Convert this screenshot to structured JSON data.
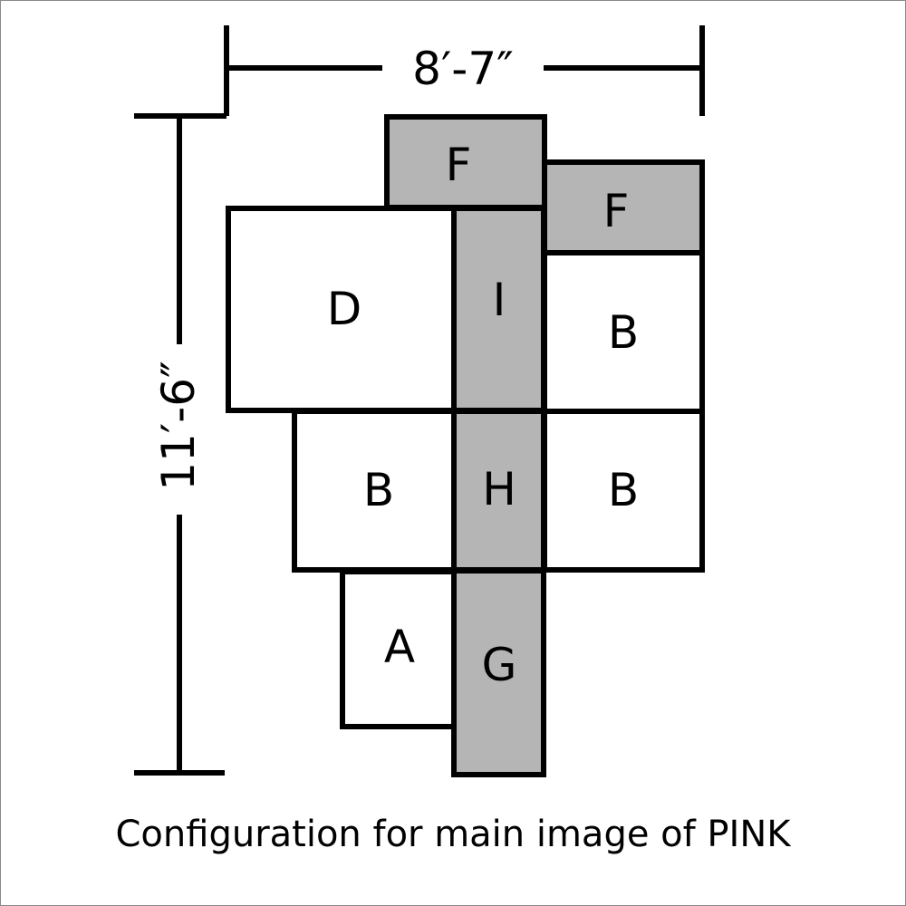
{
  "dimensions": {
    "width_label": "8′-7″",
    "height_label": "11′-6″"
  },
  "tiles": [
    {
      "id": "F",
      "label": "F",
      "shade": "gray"
    },
    {
      "id": "F2",
      "label": "F",
      "shade": "gray"
    },
    {
      "id": "D",
      "label": "D",
      "shade": "white"
    },
    {
      "id": "I",
      "label": "I",
      "shade": "gray"
    },
    {
      "id": "B1",
      "label": "B",
      "shade": "white"
    },
    {
      "id": "B2",
      "label": "B",
      "shade": "white"
    },
    {
      "id": "H",
      "label": "H",
      "shade": "gray"
    },
    {
      "id": "B3",
      "label": "B",
      "shade": "white"
    },
    {
      "id": "A",
      "label": "A",
      "shade": "white"
    },
    {
      "id": "G",
      "label": "G",
      "shade": "gray"
    }
  ],
  "caption": "Configuration for main image of PINK",
  "colors": {
    "gray_tile": "#b5b5b5",
    "white_tile": "#ffffff",
    "outline": "#000000"
  }
}
